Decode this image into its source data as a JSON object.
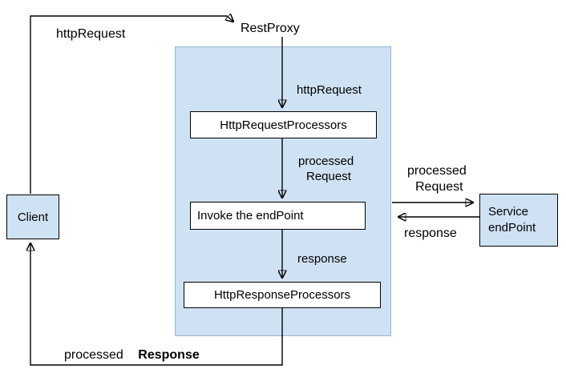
{
  "diagram": {
    "colors": {
      "node_fill": "#cfe2f3",
      "container_fill": "#cfe2f3",
      "inner_box_fill": "#ffffff",
      "border": "#000000",
      "background": "#ffffff"
    },
    "nodes": {
      "client": {
        "label": "Client"
      },
      "rest_proxy": {
        "label": "RestProxy"
      },
      "http_request_processors": {
        "label": "HttpRequestProcessors"
      },
      "invoke_endpoint": {
        "label": "Invoke the endPoint"
      },
      "http_response_processors": {
        "label": "HttpResponseProcessors"
      },
      "service_endpoint": {
        "line1": "Service",
        "line2": "endPoint"
      }
    },
    "edges": {
      "client_to_restproxy": {
        "label": "httpRequest"
      },
      "restproxy_to_requestprocessors": {
        "label": "httpRequest"
      },
      "requestprocessors_to_invoke": {
        "line1": "processed",
        "line2": "Request"
      },
      "invoke_to_responseprocessors": {
        "label": "response"
      },
      "proxy_to_service": {
        "line1": "processed",
        "line2": "Request"
      },
      "service_to_proxy": {
        "label": "response"
      },
      "responseprocessors_to_client": {
        "word1": "processed",
        "word2": "Response"
      }
    }
  }
}
